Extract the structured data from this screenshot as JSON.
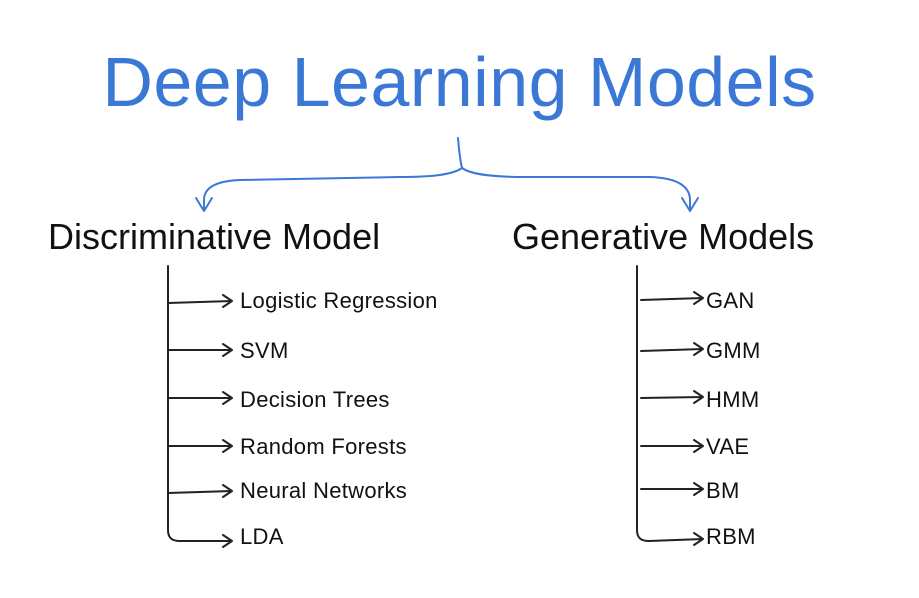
{
  "title": "Deep Learning Models",
  "colors": {
    "title": "#3b78d6",
    "brace": "#3b78d6",
    "text": "#111111",
    "tree": "#222222"
  },
  "categories": [
    {
      "name": "Discriminative Model",
      "items": [
        "Logistic Regression",
        "SVM",
        "Decision Trees",
        "Random Forests",
        "Neural Networks",
        "LDA"
      ]
    },
    {
      "name": "Generative Models",
      "items": [
        "GAN",
        "GMM",
        "HMM",
        "VAE",
        "BM",
        "RBM"
      ]
    }
  ]
}
